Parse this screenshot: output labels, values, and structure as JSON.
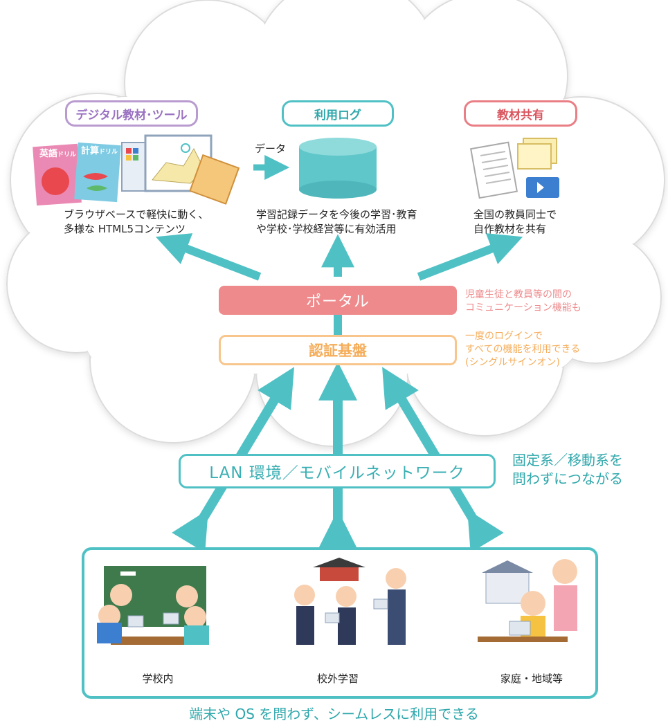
{
  "cloud": {
    "categories": {
      "digital": "デジタル教材･ツール",
      "log": "利用ログ",
      "share": "教材共有"
    },
    "book_labels": {
      "english": "英語",
      "english_sub": "ドリル",
      "calc": "計算",
      "calc_sub": "ドリル"
    },
    "data_arrow_label": "データ",
    "desc": {
      "digital_line1": "ブラウザベースで軽快に動く、",
      "digital_line2": "多様な HTML5コンテンツ",
      "log_line1": "学習記録データを今後の学習･教育",
      "log_line2": "や学校･学校経営等に有効活用",
      "share_line1": "全国の教員同士で",
      "share_line2": "自作教材を共有"
    },
    "portal": "ポータル",
    "portal_note_line1": "児童生徒と教員等の間の",
    "portal_note_line2": "コミュニケーション機能も",
    "auth": "認証基盤",
    "auth_note_line1": "一度のログインで",
    "auth_note_line2": "すべての機能を利用できる",
    "auth_note_line3": "(シングルサインオン)"
  },
  "network": {
    "label": "LAN 環境／モバイルネットワーク",
    "note_line1": "固定系／移動系を",
    "note_line2": "問わずにつながる"
  },
  "scenes": [
    "学校内",
    "校外学習",
    "家庭・地域等"
  ],
  "footer": "端末や OS を問わず、シームレスに利用できる",
  "colors": {
    "teal": "#4fc1c5",
    "purple": "#b99bd0",
    "pink": "#ea7e85",
    "portal": "#ee8a8c",
    "orange": "#f8c68d"
  }
}
